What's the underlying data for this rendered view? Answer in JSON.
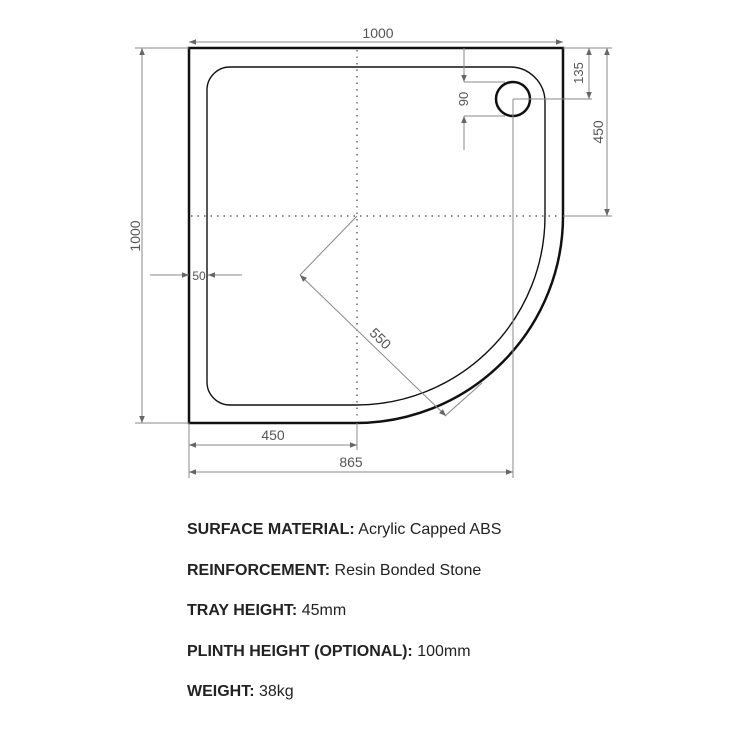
{
  "diagram": {
    "dimensions": {
      "width_top": "1000",
      "height_left": "1000",
      "rim": "50",
      "waste_offset": "90",
      "waste_from_top": "135",
      "half_depth": "450",
      "half_width": "450",
      "waste_from_left": "865",
      "radius": "550"
    }
  },
  "specs": [
    {
      "label": "SURFACE MATERIAL:",
      "value": " Acrylic Capped ABS"
    },
    {
      "label": "REINFORCEMENT:",
      "value": " Resin Bonded Stone"
    },
    {
      "label": "TRAY HEIGHT:",
      "value": " 45mm"
    },
    {
      "label": "PLINTH HEIGHT (OPTIONAL):",
      "value": " 100mm"
    },
    {
      "label": "WEIGHT:",
      "value": " 38kg"
    }
  ]
}
